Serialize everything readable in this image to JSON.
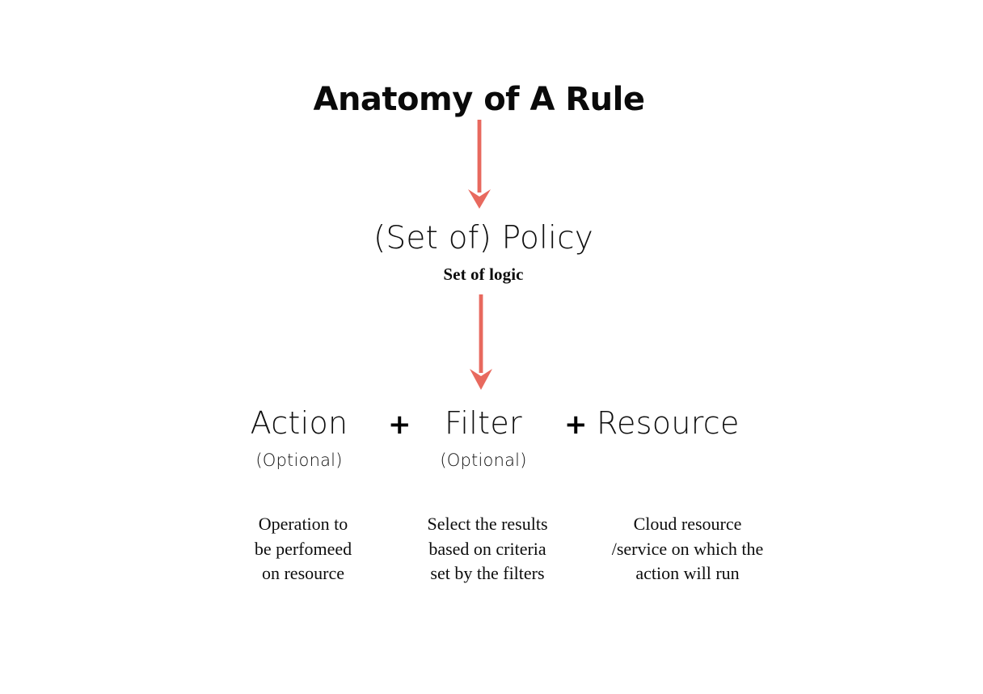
{
  "theme": {
    "background": "#ffffff",
    "text_color": "#0d0d0d",
    "arrow_color": "#e8695e"
  },
  "diagram": {
    "title": "Anatomy of A Rule",
    "policy": {
      "label": "(Set of) Policy",
      "sublabel": "Set of logic"
    },
    "operators": {
      "plus_1": "+",
      "plus_2": "+"
    },
    "components": [
      {
        "name": "Action",
        "optional_label": "(Optional)",
        "description_lines": [
          "Operation to",
          "be perfomeed",
          "on resource"
        ]
      },
      {
        "name": "Filter",
        "optional_label": "(Optional)",
        "description_lines": [
          "Select the results",
          "based on criteria",
          "set by the filters"
        ]
      },
      {
        "name": "Resource",
        "optional_label": "",
        "description_lines": [
          "Cloud resource",
          "/service on which the",
          "action will run"
        ]
      }
    ]
  }
}
